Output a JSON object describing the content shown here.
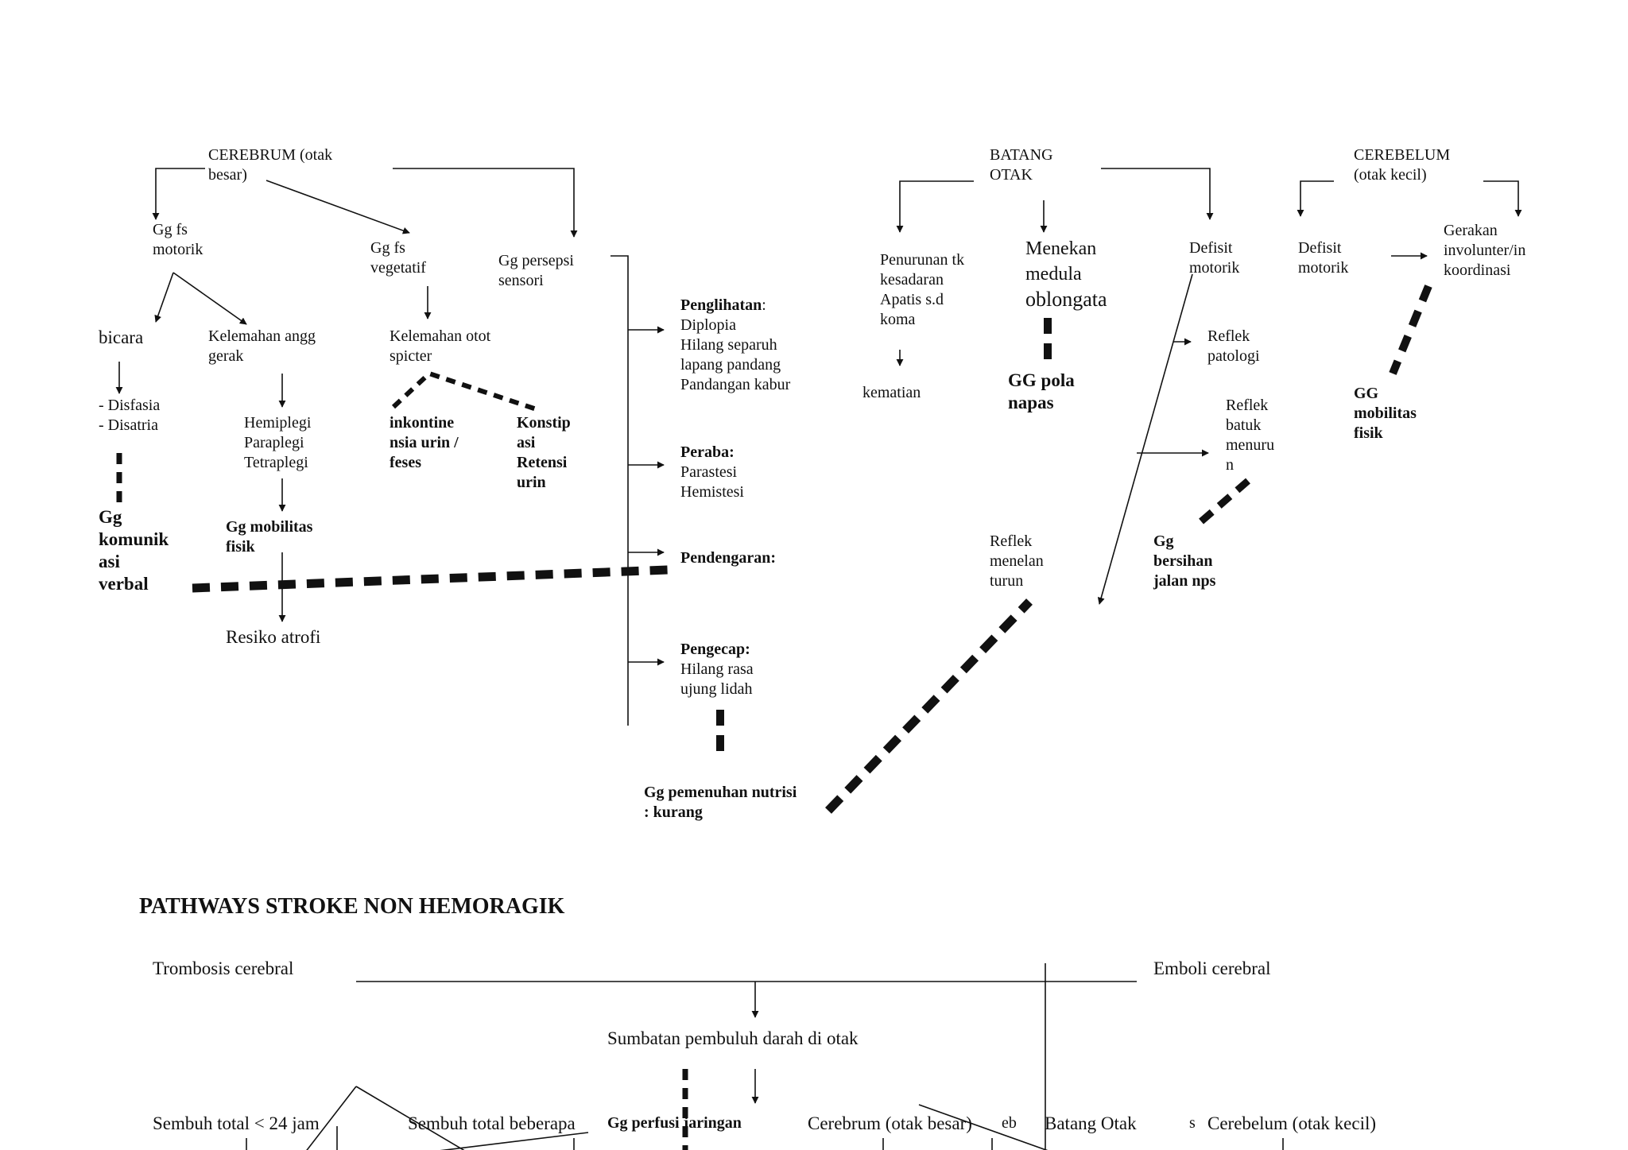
{
  "title": "PATHWAYS STROKE NON HEMORAGIK",
  "top": {
    "cerebrum": "CEREBRUM  (otak\nbesar)",
    "batang_otak": "BATANG\nOTAK",
    "cerebelum": "CEREBELUM\n(otak kecil)",
    "gg_fs_motorik": "Gg fs\nmotorik",
    "gg_fs_vegetatif": "Gg fs\nvegetatif",
    "gg_persepsi": "Gg persepsi\nsensori",
    "bicara": "bicara",
    "kelemahan_angg": "Kelemahan angg\ngerak",
    "kelemahan_otot": "Kelemahan otot\nspicter",
    "disfasia": "- Disfasia\n- Disatria",
    "hemiplegi": "Hemiplegi\nParaplegi\nTetraplegi",
    "inkontinensia": "inkontine\nnsia urin /\nfeses",
    "konstipasi": "Konstip\nasi\nRetensi\nurin",
    "gg_komunikasi": "Gg\nkomunik\nasi\nverbal",
    "gg_mobilitas": "Gg mobilitas\nfisik",
    "resiko_atrofi": "Resiko atrofi",
    "penglihatan_head": "Penglihatan",
    "penglihatan_colon": ":",
    "penglihatan_body": "Diplopia\nHilang separuh\nlapang pandang\nPandangan kabur",
    "peraba_head": "Peraba:",
    "peraba_body": "Parastesi\nHemistesi",
    "pendengaran": "Pendengaran:",
    "pengecap_head": "Pengecap:",
    "pengecap_body": "Hilang rasa\nujung lidah",
    "gg_nutrisi": "Gg pemenuhan nutrisi\n: kurang",
    "penurunan": "Penurunan tk\nkesadaran\nApatis s.d\nkoma",
    "kematian": "kematian",
    "menekan": "Menekan\nmedula",
    "oblongata": "oblongata",
    "gg_pola_napas": "GG pola\nnapas",
    "defisit_motorik_batang": "Defisit\nmotorik",
    "refleks_patologi": "Reflek\npatologi",
    "refleks_batuk": "Reflek\nbatuk\nmenuru\nn",
    "refleks_menelan": "Reflek\nmenelan\nturun",
    "gg_bersihan": "Gg\nbersihan\njalan nps",
    "defisit_motorik_cerebelum": "Defisit\nmotorik",
    "gerakan_involunter": "Gerakan\ninvolunter/in\nkoordinasi",
    "gg_mobilitas_cerebelum": "GG\nmobilitas\nfisik"
  },
  "bottom": {
    "trombosis": "Trombosis cerebral",
    "emboli": "Emboli cerebral",
    "sumbatan": "Sumbatan pembuluh darah di otak",
    "sembuh_24": "Sembuh total < 24 jam",
    "sembuh_beberapa": "Sembuh total beberapa",
    "gg_perfusi": "Gg perfusi jaringan",
    "cerebrum": "Cerebrum (otak besar)",
    "batang_otak": "Batang Otak",
    "cerebelum": "Cerebelum (otak kecil)",
    "partial_eb": "eb",
    "partial_s": "s"
  }
}
